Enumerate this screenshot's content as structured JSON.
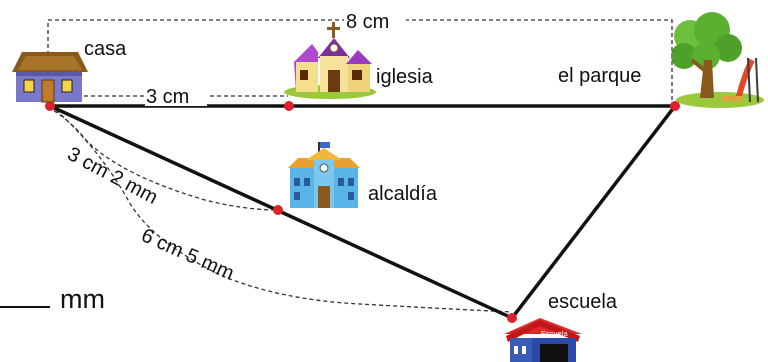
{
  "places": {
    "casa": "casa",
    "iglesia": "iglesia",
    "parque": "el parque",
    "alcaldia": "alcaldía",
    "escuela": "escuela"
  },
  "measures": {
    "casa_parque": "8 cm",
    "casa_iglesia": "3 cm",
    "casa_alcaldia": "3 cm 2 mm",
    "casa_escuela": "6 cm 5 mm"
  },
  "school_sign": "Escuela",
  "answer": {
    "unit": "mm"
  },
  "colors": {
    "point": "#e0202a",
    "line": "#111111"
  },
  "icons": [
    "house-icon",
    "church-icon",
    "tree-slide-icon",
    "town-hall-icon",
    "school-icon"
  ]
}
